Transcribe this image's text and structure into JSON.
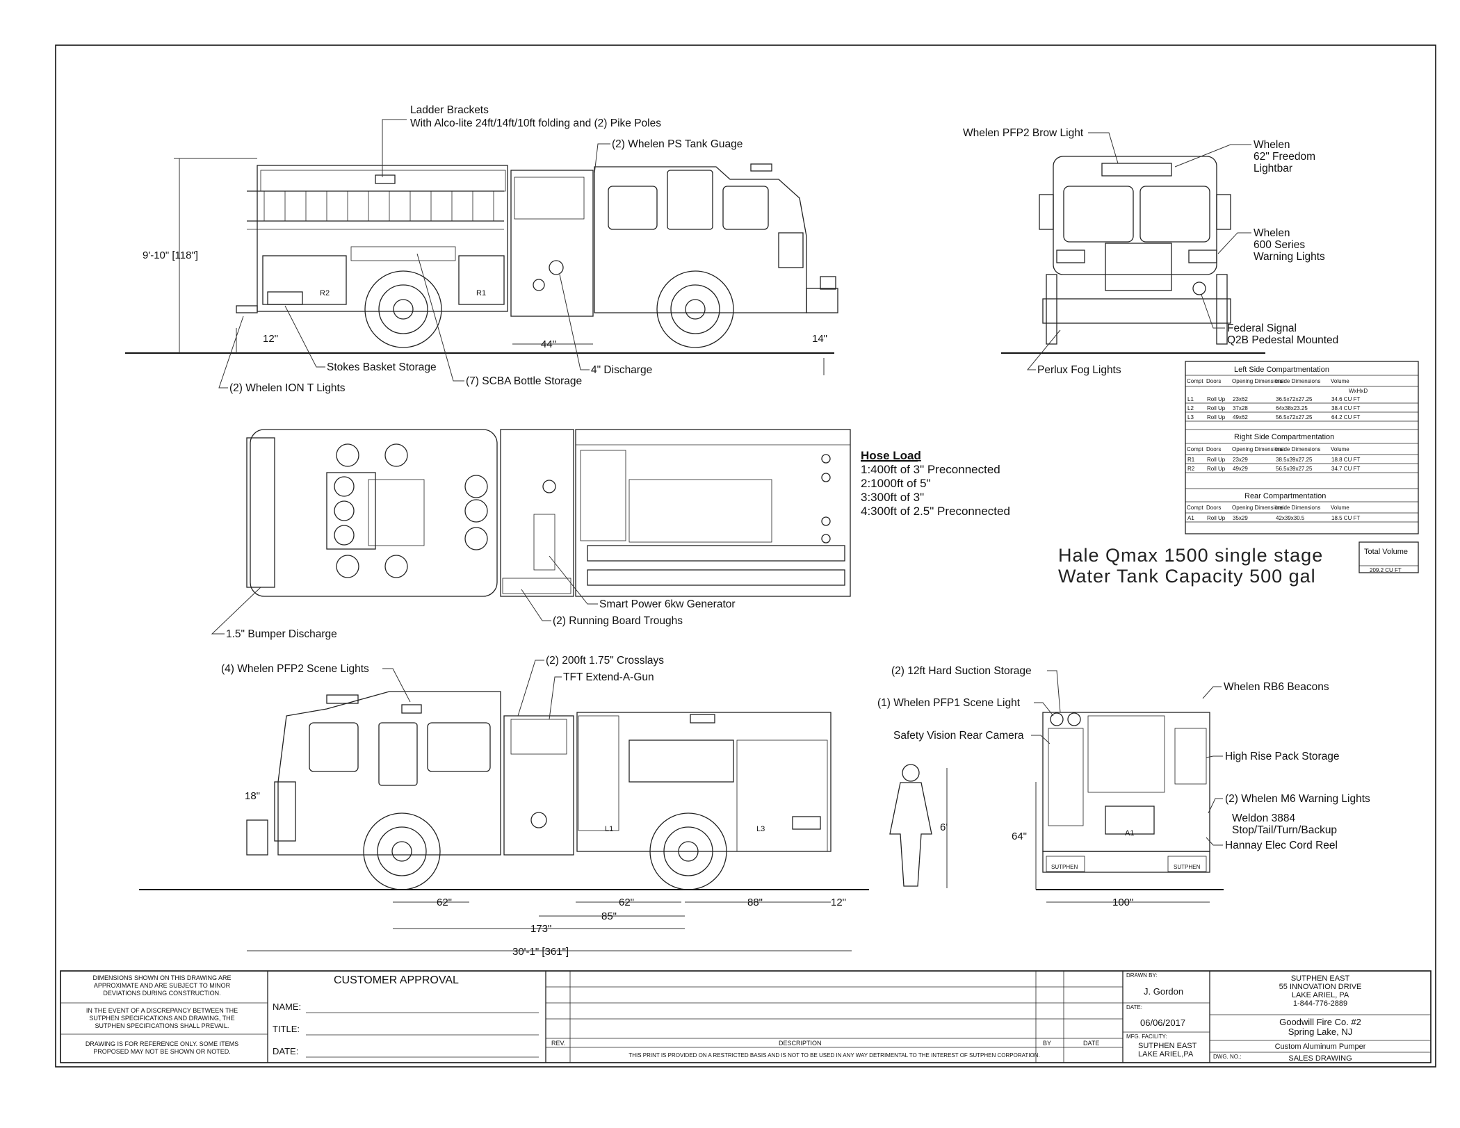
{
  "callouts": {
    "ladder_brackets": "Ladder Brackets",
    "ladder_brackets_detail": "With Alco-lite 24ft/14ft/10ft folding and (2) Pike Poles",
    "ps_tank_gauge": "(2) Whelen PS Tank Guage",
    "stokes_basket": "Stokes Basket Storage",
    "scba_storage": "(7) SCBA Bottle Storage",
    "discharge_4": "4\" Discharge",
    "ion_t_lights": "(2) Whelen ION T Lights",
    "brow_light": "Whelen PFP2 Brow Light",
    "lightbar_1": "Whelen",
    "lightbar_2": "62\" Freedom",
    "lightbar_3": "Lightbar",
    "warning600_1": "Whelen",
    "warning600_2": "600 Series",
    "warning600_3": "Warning Lights",
    "federal_1": "Federal Signal",
    "federal_2": "Q2B Pedestal Mounted",
    "perlux": "Perlux Fog Lights",
    "generator": "Smart Power 6kw Generator",
    "running_board": "(2) Running Board Troughs",
    "bumper_discharge": "1.5\" Bumper Discharge",
    "scene_lights": "(4) Whelen PFP2 Scene Lights",
    "crosslays": "(2) 200ft 1.75\" Crosslays",
    "extend_gun": "TFT Extend-A-Gun",
    "hard_suction": "(2) 12ft Hard Suction Storage",
    "pfp1_scene": "(1) Whelen PFP1 Scene Light",
    "rear_camera": "Safety Vision Rear Camera",
    "rb6": "Whelen RB6 Beacons",
    "high_rise": "High Rise Pack Storage",
    "m6_lights": "(2) Whelen M6 Warning Lights",
    "weldon_1": "Weldon 3884",
    "weldon_2": "Stop/Tail/Turn/Backup",
    "hannay": "Hannay Elec Cord Reel"
  },
  "hose_load": {
    "title": "Hose Load",
    "lines": [
      "1:400ft of 3\" Preconnected",
      "2:1000ft of 5\"",
      "3:300ft of 3\"",
      "4:300ft of 2.5\" Preconnected"
    ]
  },
  "pump_info": {
    "pump": "Hale Qmax 1500 single stage",
    "tank": "Water Tank Capacity 500 gal"
  },
  "dimensions": {
    "height": "9'-10\" [118\"]",
    "front_overhang_side": "12\"",
    "rear_overhang_side": "14\"",
    "pump_width": "44\"",
    "left_18": "18\"",
    "d62_a": "62\"",
    "d62_b": "62\"",
    "d88": "88\"",
    "d12": "12\"",
    "d85": "85\"",
    "d173": "173\"",
    "overall": "30'-1\" [361\"]",
    "person_height": "6'",
    "rear_height": "64\"",
    "rear_width": "100\""
  },
  "compartments": {
    "left_title": "Left Side Compartmentation",
    "right_title": "Right Side Compartmentation",
    "rear_title": "Rear Compartmentation",
    "headers": [
      "Compt",
      "Doors",
      "Opening Dimensions",
      "Inside Dimensions",
      "Volume"
    ],
    "units_note": "WxHxD",
    "left_rows": [
      [
        "L1",
        "Roll Up",
        "23x62",
        "36.5x72x27.25",
        "34.6 CU FT"
      ],
      [
        "L2",
        "Roll Up",
        "37x28",
        "64x38x23.25",
        "38.4 CU FT"
      ],
      [
        "L3",
        "Roll Up",
        "49x62",
        "56.5x72x27.25",
        "64.2 CU FT"
      ]
    ],
    "right_rows": [
      [
        "R1",
        "Roll Up",
        "23x29",
        "38.5x39x27.25",
        "18.8 CU FT"
      ],
      [
        "R2",
        "Roll Up",
        "49x29",
        "56.5x39x27.25",
        "34.7 CU FT"
      ]
    ],
    "rear_rows": [
      [
        "A1",
        "Roll Up",
        "35x29",
        "42x39x30.5",
        "18.5 CU FT"
      ]
    ],
    "total_label": "Total Volume",
    "total_value": "209.2 CU FT"
  },
  "panel_markings": {
    "r2": "R2",
    "r1": "R1",
    "l1": "L1",
    "l3": "L3",
    "a1": "A1",
    "sutphen_left": "SUTPHEN",
    "sutphen_right": "SUTPHEN"
  },
  "title_block": {
    "disclaimer_1": [
      "DIMENSIONS SHOWN ON THIS DRAWING ARE",
      "APPROXIMATE AND ARE SUBJECT TO MINOR",
      "DEVIATIONS DURING CONSTRUCTION."
    ],
    "disclaimer_2": [
      "IN THE EVENT OF A DISCREPANCY BETWEEN THE",
      "SUTPHEN SPECIFICATIONS AND DRAWING, THE",
      "SUTPHEN SPECIFICATIONS SHALL PREVAIL."
    ],
    "disclaimer_3": [
      "DRAWING IS FOR REFERENCE ONLY. SOME ITEMS",
      "PROPOSED MAY NOT BE SHOWN OR NOTED."
    ],
    "customer_approval": "CUSTOMER APPROVAL",
    "name_label": "NAME:",
    "title_label": "TITLE:",
    "date_label": "DATE:",
    "rev_label": "REV.",
    "description_label": "DESCRIPTION",
    "by_label": "BY",
    "date_col_label": "DATE",
    "restricted_note": "THIS PRINT IS PROVIDED ON A RESTRICTED BASIS AND IS NOT TO BE USED IN ANY WAY DETRIMENTAL TO THE INTEREST OF SUTPHEN CORPORATION.",
    "drawn_by_label": "DRAWN BY:",
    "drawn_by": "J. Gordon",
    "date_small_label": "DATE:",
    "date_value": "06/06/2017",
    "mfg_label": "MFG. FACILITY:",
    "mfg_1": "SUTPHEN EAST",
    "mfg_2": "LAKE ARIEL,PA",
    "company_1": "SUTPHEN EAST",
    "company_2": "55 INNOVATION DRIVE",
    "company_3": "LAKE ARIEL, PA",
    "company_4": "1-844-776-2889",
    "customer_1": "Goodwill Fire Co. #2",
    "customer_2": "Spring Lake, NJ",
    "apparatus": "Custom Aluminum Pumper",
    "dwg_label": "DWG. NO.:",
    "drawing_type": "SALES DRAWING"
  },
  "colors": {
    "ink": "#111111",
    "paper": "#ffffff"
  }
}
